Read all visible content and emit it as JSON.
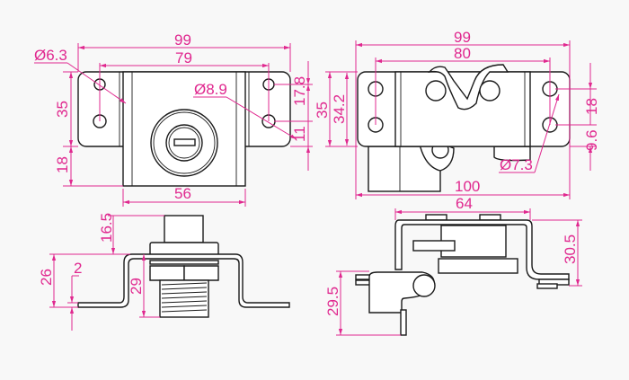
{
  "drawing": {
    "accent_color": "#e0288f",
    "top_left_view": {
      "overall_width": "99",
      "hole_spacing": "79",
      "small_hole_dia": "Ø6.3",
      "large_hole_dia": "Ø8.9",
      "plate_height": "35",
      "hole_offset_top": "17.8",
      "hole_offset_bottom": "11",
      "body_extension": "18",
      "body_width": "56"
    },
    "top_right_view": {
      "overall_width": "99",
      "hole_spacing": "80",
      "plate_height": "35",
      "inner_height": "34.2",
      "hole_pitch": "18",
      "hole_offset": "9.6",
      "hole_dia": "Ø7.3",
      "total_length": "100",
      "bracket_width": "64"
    },
    "bottom_left_view": {
      "knob_height": "16.5",
      "bracket_height": "26",
      "thickness": "2",
      "thread_height": "29"
    },
    "bottom_right_view": {
      "body_height": "30.5",
      "latch_drop": "29.5"
    }
  }
}
